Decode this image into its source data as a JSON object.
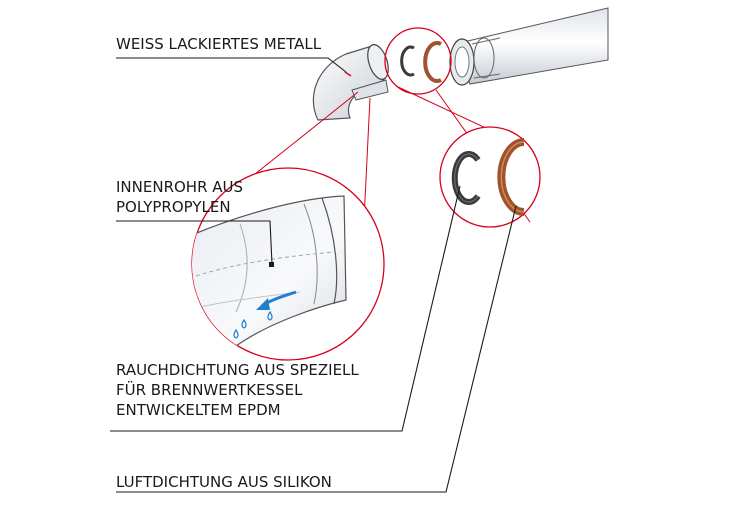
{
  "labels": {
    "metal": "WEISS LACKIERTES METALL",
    "inner_pipe": [
      "INNENROHR AUS",
      "POLYPROPYLEN"
    ],
    "smoke_seal": [
      "RAUCHDICHTUNG AUS SPEZIELL",
      "FÜR BRENNWERTKESSEL",
      "ENTWICKELTEM EPDM"
    ],
    "air_seal": "LUFTDICHTUNG AUS SILIKON"
  },
  "colors": {
    "callout_red": "#d6001c",
    "leader_black": "#1a1a1a",
    "epdm_seal": "#3a3a3a",
    "silicone_seal": "#a0522d",
    "flow_arrow": "#1f7fd0",
    "pipe_fill": "#eef0f3",
    "pipe_shade": "#c9ced6"
  },
  "icons": [
    "elbow-pipe",
    "straight-pipe",
    "epdm-seal-ring",
    "silicone-seal-ring",
    "flow-arrow",
    "condensate-droplet"
  ]
}
